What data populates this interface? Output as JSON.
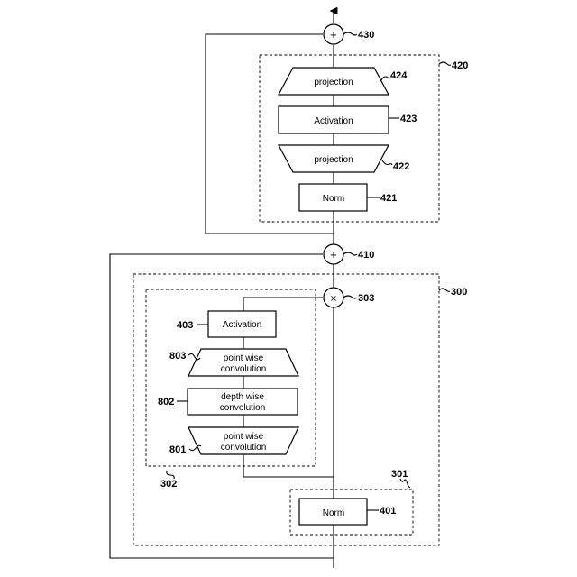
{
  "adders": {
    "top": {
      "symbol": "+",
      "ref": "430"
    },
    "mid": {
      "symbol": "+",
      "ref": "410"
    }
  },
  "multiplier": {
    "symbol": "×",
    "ref": "303"
  },
  "groups": {
    "ffn": {
      "ref": "420"
    },
    "block": {
      "ref": "300"
    },
    "inner": {
      "ref": "302"
    },
    "norm_group": {
      "ref": "301"
    }
  },
  "ffn_blocks": {
    "projection_up": {
      "label": "projection",
      "ref": "424"
    },
    "activation": {
      "label": "Activation",
      "ref": "423"
    },
    "projection_down": {
      "label": "projection",
      "ref": "422"
    },
    "norm": {
      "label": "Norm",
      "ref": "421"
    }
  },
  "conv_blocks": {
    "activation": {
      "label": "Activation",
      "ref": "403"
    },
    "pw_top": {
      "label_1": "point wise",
      "label_2": "convolution",
      "ref": "803"
    },
    "dw": {
      "label_1": "depth wise",
      "label_2": "convolution",
      "ref": "802"
    },
    "pw_bottom": {
      "label_1": "point wise",
      "label_2": "convolution",
      "ref": "801"
    },
    "norm": {
      "label": "Norm",
      "ref": "401"
    }
  }
}
